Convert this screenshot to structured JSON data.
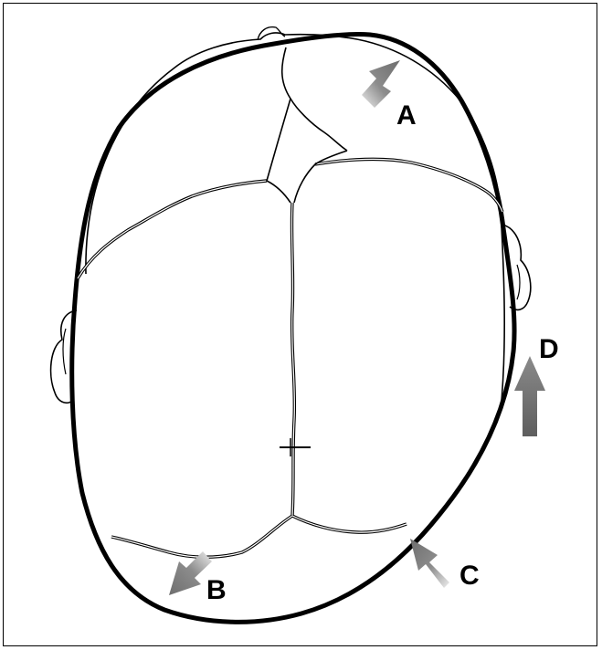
{
  "figure": {
    "labels": {
      "a": "A",
      "b": "B",
      "c": "C",
      "d": "D"
    },
    "colors": {
      "outline": "#000000",
      "arrow": "#7a7a7a",
      "background": "#ffffff"
    },
    "icons": [
      "arrow-up-right-icon",
      "arrow-down-left-icon",
      "arrow-up-left-icon",
      "arrow-up-icon"
    ]
  }
}
